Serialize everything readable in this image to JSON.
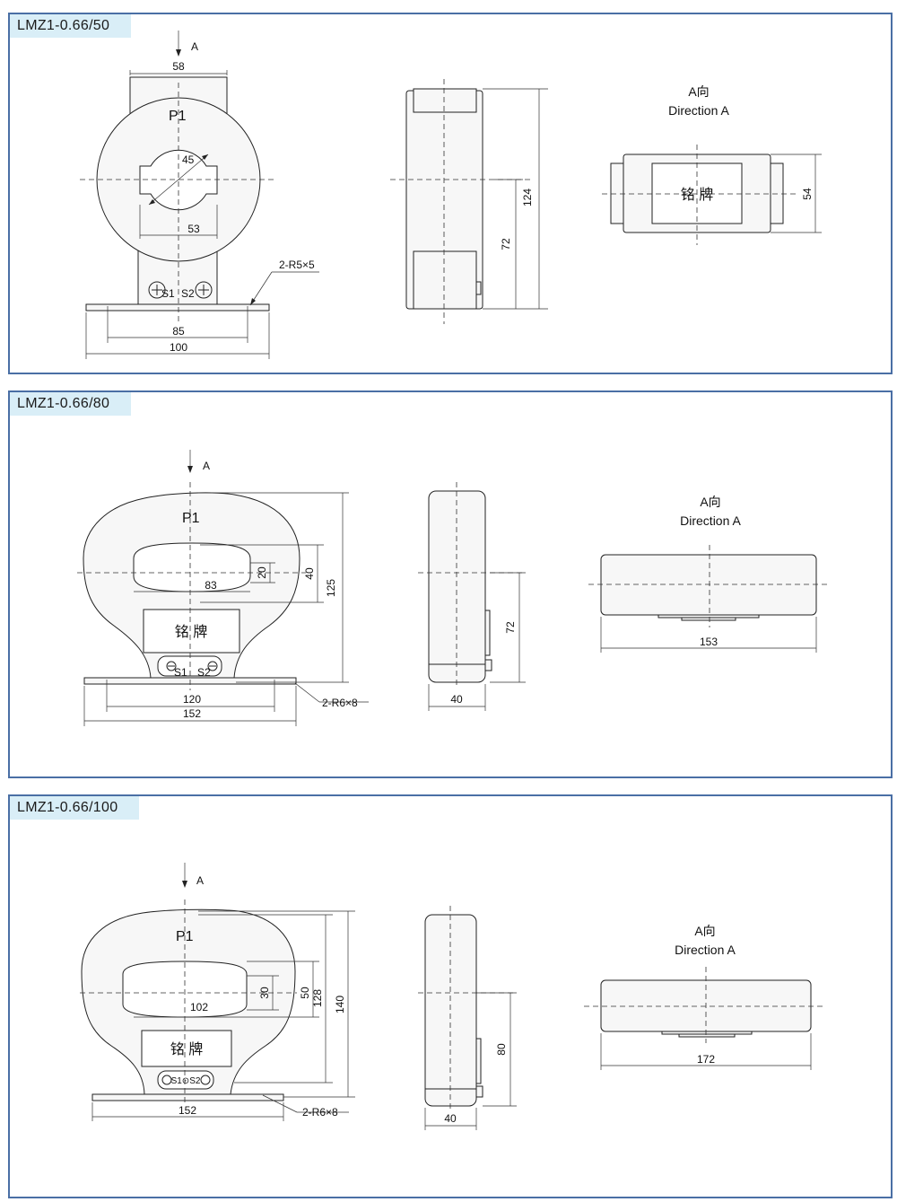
{
  "panels": [
    {
      "title": "LMZ1-0.66/50",
      "view_arrow": "A",
      "terminal_p1": "P1",
      "terminals_s": [
        "S1",
        "S2"
      ],
      "dims": {
        "top_width": "58",
        "hole_diameter": "45",
        "hole_width": "53",
        "base_inner": "85",
        "base_outer": "100",
        "side_lower": "72",
        "side_total": "124",
        "top_view_depth": "54"
      },
      "slot_note": "2-R5×5",
      "direction_cn": "A向",
      "direction_en": "Direction A",
      "nameplate": "铭 牌"
    },
    {
      "title": "LMZ1-0.66/80",
      "view_arrow": "A",
      "terminal_p1": "P1",
      "terminals_s": [
        "S1",
        "S2"
      ],
      "dims": {
        "window_height": "20",
        "window_width": "83",
        "window_outer": "40",
        "total_height": "125",
        "base_inner": "120",
        "base_outer": "152",
        "side_lower": "72",
        "side_depth": "40",
        "top_view_width": "153"
      },
      "slot_note": "2-R6×8",
      "direction_cn": "A向",
      "direction_en": "Direction A",
      "nameplate": "铭 牌"
    },
    {
      "title": "LMZ1-0.66/100",
      "view_arrow": "A",
      "terminal_p1": "P1",
      "terminals_s": "S1⊙S2",
      "dims": {
        "window_height": "30",
        "window_outer": "50",
        "window_width": "102",
        "inner_height": "128",
        "total_height": "140",
        "base_outer": "152",
        "side_lower": "80",
        "side_depth": "40",
        "top_view_width": "172"
      },
      "slot_note": "2-R6×8",
      "direction_cn": "A向",
      "direction_en": "Direction A",
      "nameplate": "铭 牌"
    }
  ]
}
